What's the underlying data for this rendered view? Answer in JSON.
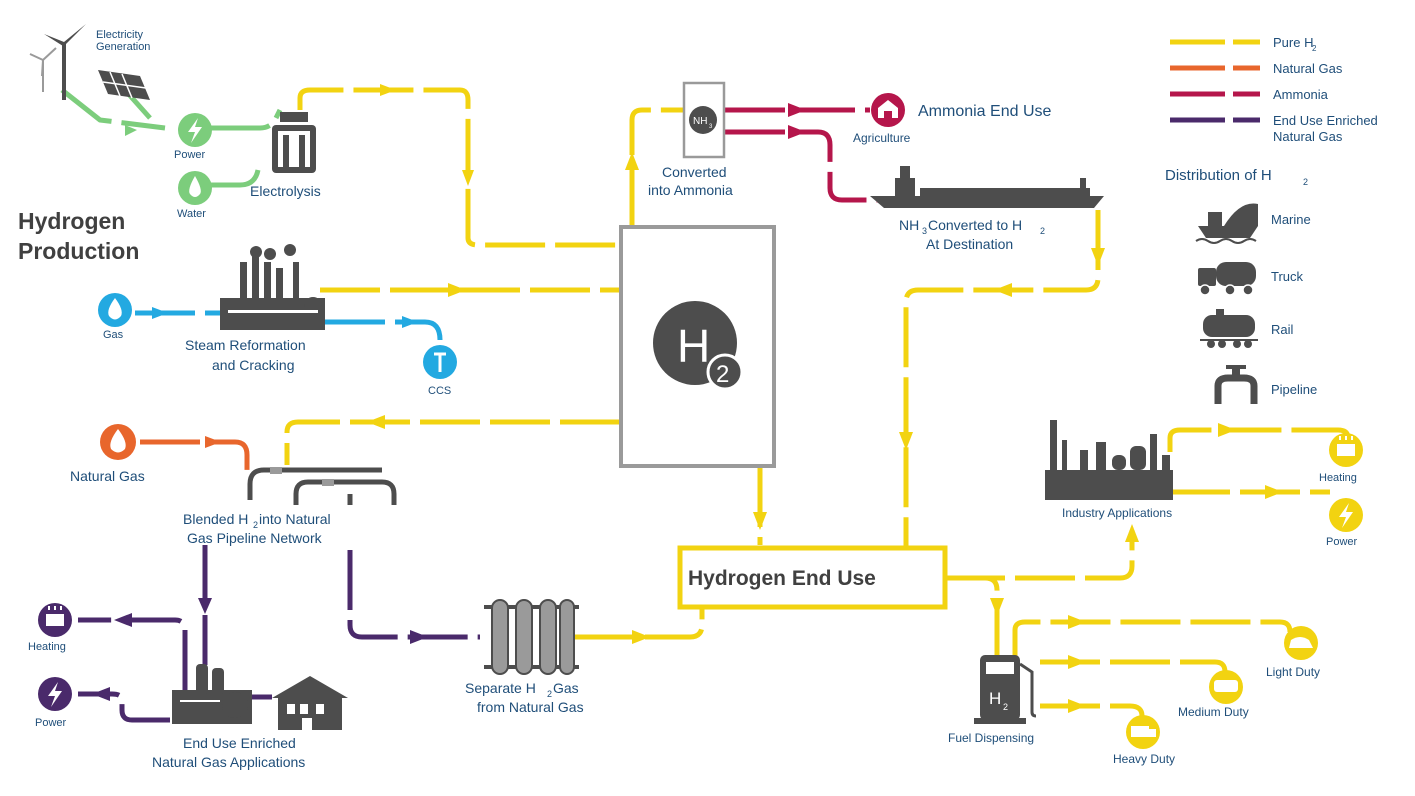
{
  "title": "Hydrogen Production",
  "title_line1": "Hydrogen",
  "title_line2": "Production",
  "legend": {
    "items": [
      {
        "label_main": "Pure H",
        "label_sub": "2",
        "color": "#f2d311"
      },
      {
        "label_main": "Natural Gas",
        "label_sub": "",
        "color": "#e8662c"
      },
      {
        "label_main": "Ammonia",
        "label_sub": "",
        "color": "#b5164b"
      },
      {
        "label_main": "End Use Enriched",
        "label_sub": "",
        "color": "#4a2a6b",
        "line2": "Natural Gas"
      }
    ]
  },
  "distribution": {
    "title_main": "Distribution of H",
    "title_sub": "2",
    "items": [
      "Marine",
      "Truck",
      "Rail",
      "Pipeline"
    ]
  },
  "nodes": {
    "electricity_generation_1": "Electricity",
    "electricity_generation_2": "Generation",
    "power": "Power",
    "water": "Water",
    "electrolysis": "Electrolysis",
    "gas": "Gas",
    "steam_1": "Steam Reformation",
    "steam_2": "and Cracking",
    "ccs": "CCS",
    "natural_gas": "Natural Gas",
    "blended_1a": "Blended H",
    "blended_1sub": "2",
    "blended_1b": " into Natural",
    "blended_2": "Gas Pipeline Network",
    "heating_left": "Heating",
    "power_left": "Power",
    "enriched_1": "End Use Enriched",
    "enriched_2": "Natural Gas Applications",
    "separate_1a": "Separate H",
    "separate_1sub": "2",
    "separate_1b": " Gas",
    "separate_2": "from Natural Gas",
    "h2_center": "H",
    "h2_center_sub": "2",
    "ammonia_box": "NH",
    "ammonia_box_sub": "3",
    "converted_1": "Converted",
    "converted_2": "into Ammonia",
    "ammonia_end_use": "Ammonia End Use",
    "agriculture": "Agriculture",
    "nh3_conv_1a": "NH",
    "nh3_conv_1sub": "3",
    "nh3_conv_1b": " Converted to H",
    "nh3_conv_1sub2": "2",
    "nh3_conv_2": "At Destination",
    "hydrogen_end_use": "Hydrogen End Use",
    "industry": "Industry Applications",
    "heating_right": "Heating",
    "power_right": "Power",
    "fuel_dispensing": "Fuel Dispensing",
    "pump_h": "H",
    "pump_sub": "2",
    "light_duty": "Light Duty",
    "medium_duty": "Medium Duty",
    "heavy_duty": "Heavy Duty"
  }
}
